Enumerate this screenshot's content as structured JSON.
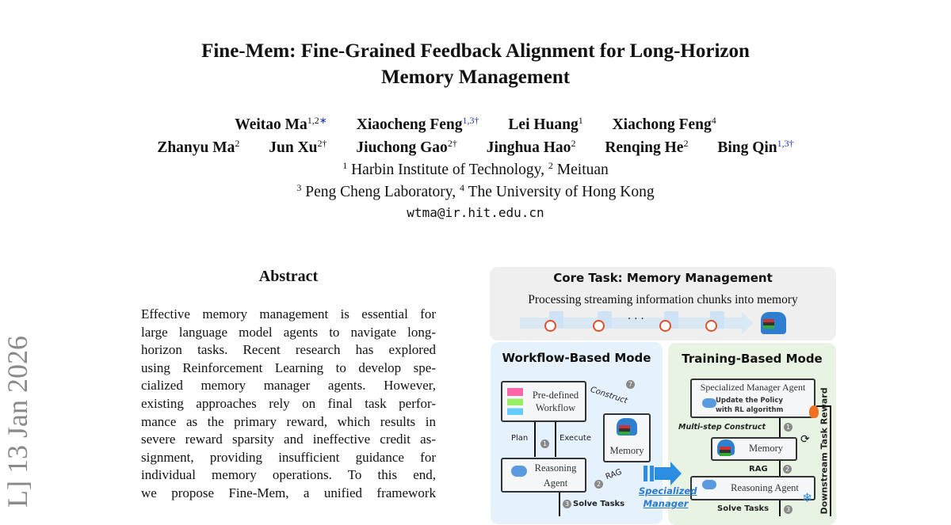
{
  "title": {
    "line1": "Fine-Mem: Fine-Grained Feedback Alignment for Long-Horizon",
    "line2": "Memory Management"
  },
  "authors": [
    {
      "name": "Weitao Ma",
      "sup": "1,2",
      "mark": "∗"
    },
    {
      "name": "Xiaocheng Feng",
      "sup": "1,3†"
    },
    {
      "name": "Lei Huang",
      "sup": "1"
    },
    {
      "name": "Xiachong Feng",
      "sup": "4"
    },
    {
      "name": "Zhanyu Ma",
      "sup": "2"
    },
    {
      "name": "Jun Xu",
      "sup": "2†"
    },
    {
      "name": "Jiuchong Gao",
      "sup": "2†"
    },
    {
      "name": "Jinghua Hao",
      "sup": "2"
    },
    {
      "name": "Renqing He",
      "sup": "2"
    },
    {
      "name": "Bing Qin",
      "sup": "1,3†"
    }
  ],
  "affiliations": [
    {
      "n1": "1",
      "t1": "Harbin Institute of Technology,",
      "n2": "2",
      "t2": "Meituan"
    },
    {
      "n1": "3",
      "t1": "Peng Cheng Laboratory,",
      "n2": "4",
      "t2": "The University of Hong Kong"
    }
  ],
  "email": "wtma@ir.hit.edu.cn",
  "arxiv_stamp": "L]  13 Jan 2026",
  "abstract": {
    "heading": "Abstract",
    "lines": [
      "Effective memory management is essential for",
      "large language model agents to navigate long-",
      "horizon tasks.  Recent research has explored",
      "using Reinforcement Learning to develop spe-",
      "cialized memory manager agents.  However,",
      "existing approaches rely on final task perfor-",
      "mance as the primary reward, which results in",
      "severe reward sparsity and ineffective credit as-",
      "signment, providing insufficient guidance for",
      "individual memory operations.  To this end,",
      "we propose Fine-Mem, a unified framework"
    ]
  },
  "figure": {
    "core_title": "Core Task: Memory Management",
    "core_sub": "Processing streaming information chunks into memory",
    "ellipsis": "· · ·",
    "workflow": {
      "title": "Workflow-Based Mode",
      "predefined": "Pre-defined Workflow",
      "construct": "Construct",
      "construct_n": "7",
      "plan": "Plan",
      "plan_n": "1",
      "execute": "Execute",
      "memory": "Memory",
      "reasoning": "Reasoning Agent",
      "rag": "RAG",
      "rag_n": "2",
      "solve": "Solve Tasks",
      "solve_n": "3"
    },
    "arrow_label": "Specialized Manager",
    "training": {
      "title": "Training-Based Mode",
      "manager": "Specialized Manager Agent",
      "update": "Update the Policy with RL algorithm",
      "multi": "Multi-step Construct",
      "multi_n": "1",
      "memory": "Memory",
      "rag": "RAG",
      "rag_n": "2",
      "reasoning": "Reasoning Agent",
      "solve": "Solve Tasks",
      "solve_n": "3",
      "reward": "Downstream Task Reward"
    }
  }
}
